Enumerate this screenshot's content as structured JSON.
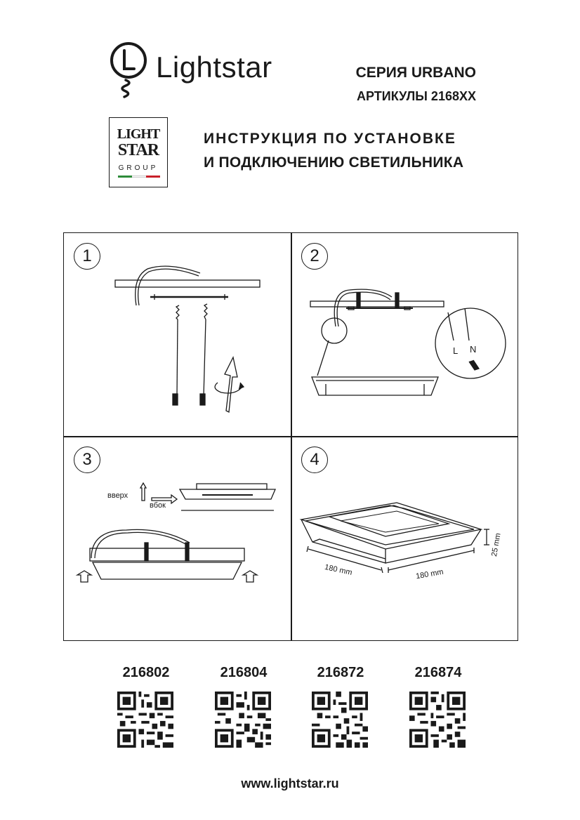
{
  "brand": {
    "name": "Lightstar",
    "group_lines": [
      "LIGHT",
      "STAR",
      "GROUP"
    ]
  },
  "header": {
    "series": "СЕРИЯ URBANO",
    "articles": "АРТИКУЛЫ 2168XX"
  },
  "instruction": {
    "line1": "ИНСТРУКЦИЯ ПО УСТАНОВКЕ",
    "line2": "И ПОДКЛЮЧЕНИЮ СВЕТИЛЬНИКА"
  },
  "steps": [
    {
      "number": "1"
    },
    {
      "number": "2",
      "labels": [
        "L",
        "N"
      ]
    },
    {
      "number": "3",
      "labels": [
        "вверх",
        "вбок"
      ]
    },
    {
      "number": "4",
      "dimensions": [
        "180 mm",
        "180 mm",
        "25 mm"
      ]
    }
  ],
  "products": [
    {
      "code": "216802"
    },
    {
      "code": "216804"
    },
    {
      "code": "216872"
    },
    {
      "code": "216874"
    }
  ],
  "footer": {
    "website": "www.lightstar.ru"
  },
  "colors": {
    "ink": "#1a1a1a",
    "flag_green": "#2e8b3a",
    "flag_red": "#c8202a"
  }
}
